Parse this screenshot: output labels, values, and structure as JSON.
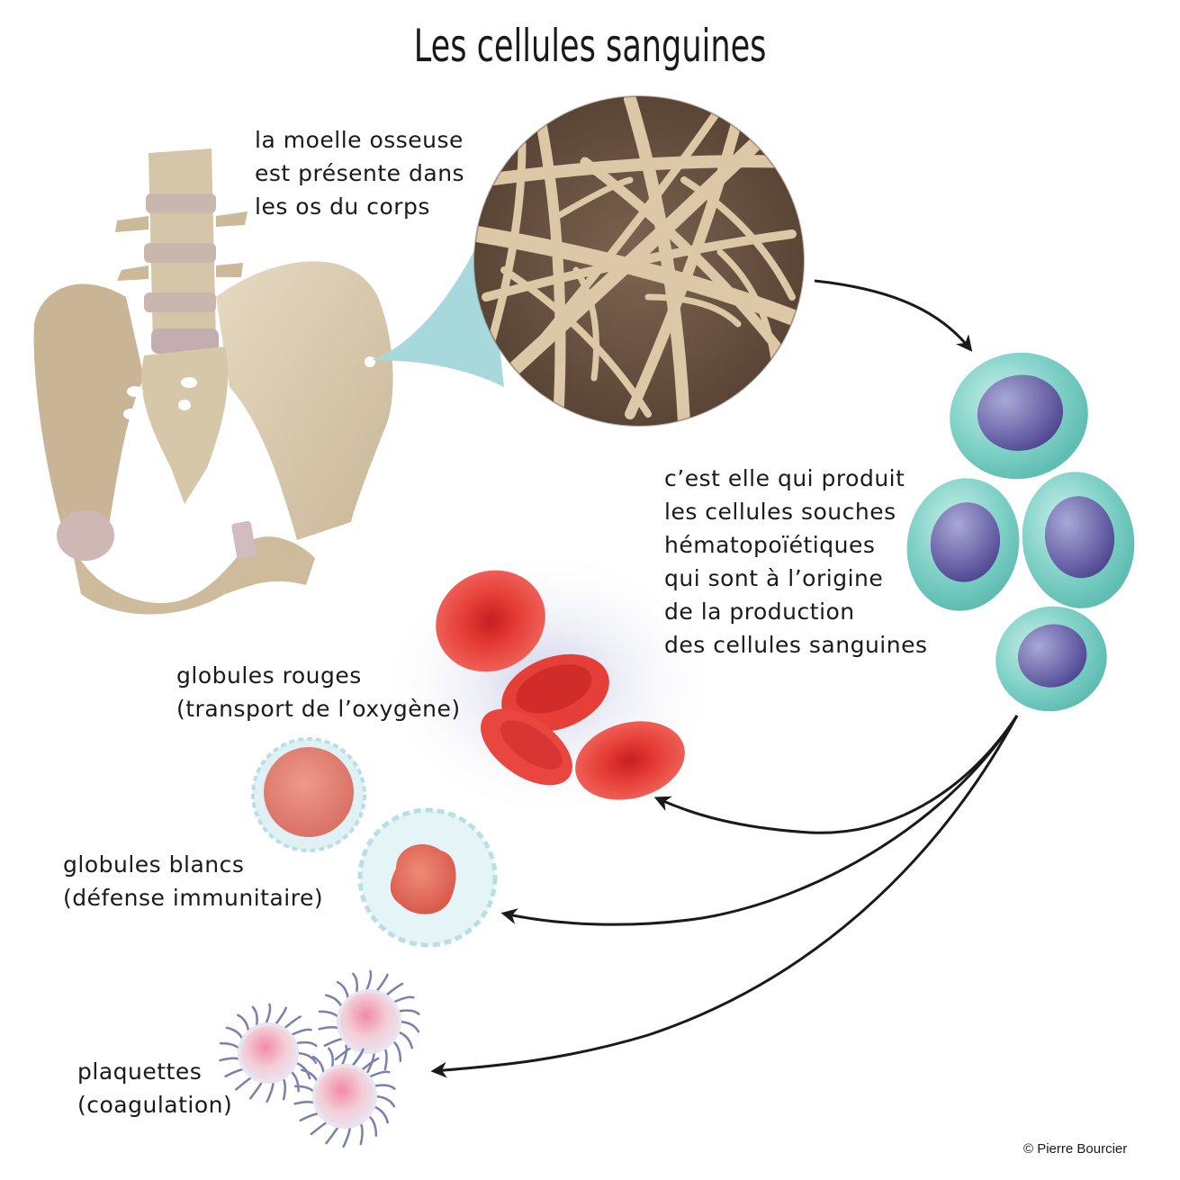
{
  "title": "Les cellules sanguines",
  "labels": {
    "marrow": [
      "la moelle osseuse",
      "est présente dans",
      "les os du corps"
    ],
    "stem_cells": [
      "c’est elle qui produit",
      "les cellules souches",
      "hématopoïétiques",
      "qui sont à l’origine",
      "de la production",
      "des cellules sanguines"
    ],
    "red_cells": [
      "globules rouges",
      "(transport de l’oxygène)"
    ],
    "white_cells": [
      "globules blancs",
      "(défense immunitaire)"
    ],
    "platelets": [
      "plaquettes",
      "(coagulation)"
    ]
  },
  "credit": "© Pierre Bourcier",
  "colors": {
    "bone": "#d9cbb0",
    "bone_shadow": "#b8a488",
    "marrow_bg": "#6b5443",
    "marrow_trabecula": "#d8c3a3",
    "zoom_cone": "#a7d8dc",
    "stem_cell_outer": "#7ecfc6",
    "stem_cell_nucleus": "#6a64a8",
    "red_cell": "#e83a35",
    "white_cell_membrane": "#dff2f5",
    "white_cell_nucleus": "#e66e5e",
    "platelet_body": "#f2d3dc",
    "platelet_filament": "#7a7fae",
    "arrow": "#1a1a1a"
  }
}
